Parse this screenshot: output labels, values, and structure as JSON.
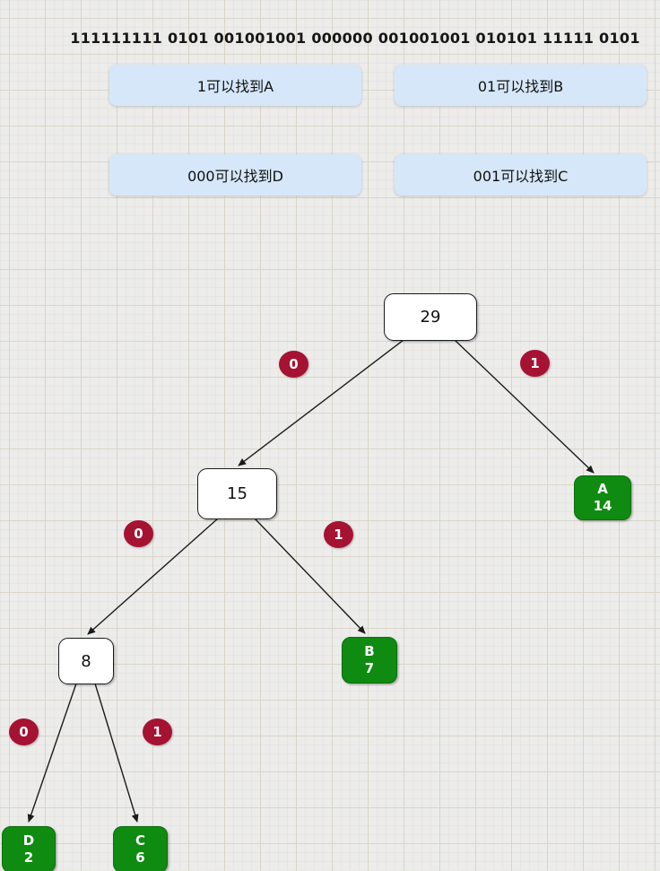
{
  "encoded_bits": "111111111 0101 001001001 000000 001001001 010101 11111 0101",
  "legend_boxes": [
    {
      "text": "1可以找到A"
    },
    {
      "text": "01可以找到B"
    },
    {
      "text": "000可以找到D"
    },
    {
      "text": "001可以找到C"
    }
  ],
  "tree": {
    "root": {
      "value": "29"
    },
    "node15": {
      "value": "15"
    },
    "node8": {
      "value": "8"
    },
    "leaf_a": {
      "symbol": "A",
      "weight": "14"
    },
    "leaf_b": {
      "symbol": "B",
      "weight": "7"
    },
    "leaf_d": {
      "symbol": "D",
      "weight": "2"
    },
    "leaf_c": {
      "symbol": "C",
      "weight": "6"
    },
    "edges": {
      "root_left": "0",
      "root_right": "1",
      "n15_left": "0",
      "n15_right": "1",
      "n8_left": "0",
      "n8_right": "1"
    }
  },
  "colors": {
    "leaf_fill": "#0f8b11",
    "edge_label_fill": "#a61232",
    "legend_fill": "#d6e7f9",
    "stroke": "#1b1b1b"
  }
}
